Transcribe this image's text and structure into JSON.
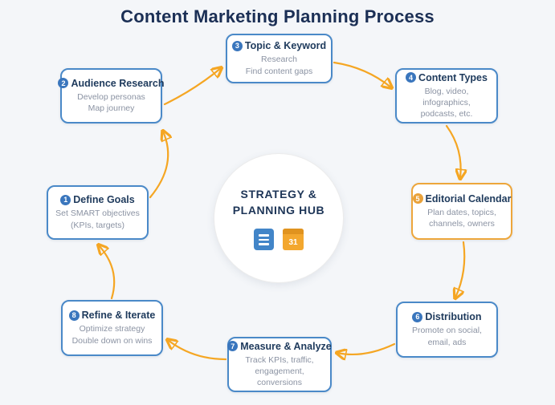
{
  "title": "Content Marketing Planning Process",
  "hub": {
    "label": "STRATEGY &\nPLANNING HUB",
    "document_icon": "document-icon",
    "calendar_icon": "calendar-icon",
    "calendar_day": "31"
  },
  "nodes": [
    {
      "number": "1",
      "title": "Define Goals",
      "desc": "Set SMART objectives\n(KPIs, targets)",
      "accent": "blue"
    },
    {
      "number": "2",
      "title": "Audience Research",
      "desc": "Develop personas\nMap journey",
      "accent": "blue"
    },
    {
      "number": "3",
      "title": "Topic & Keyword",
      "desc": "Research\nFind content gaps",
      "accent": "blue"
    },
    {
      "number": "4",
      "title": "Content Types",
      "desc": "Blog, video, infographics,\npodcasts, etc.",
      "accent": "blue"
    },
    {
      "number": "5",
      "title": "Editorial Calendar",
      "desc": "Plan dates, topics,\nchannels, owners",
      "accent": "orange"
    },
    {
      "number": "6",
      "title": "Distribution",
      "desc": "Promote on social,\nemail, ads",
      "accent": "blue"
    },
    {
      "number": "7",
      "title": "Measure & Analyze",
      "desc": "Track KPIs, traffic,\nengagement, conversions",
      "accent": "blue"
    },
    {
      "number": "8",
      "title": "Refine & Iterate",
      "desc": "Optimize strategy\nDouble down on wins",
      "accent": "blue"
    }
  ],
  "colors": {
    "background": "#f4f6f9",
    "node_border_blue": "#4a89c8",
    "node_border_orange": "#eda63b",
    "badge_blue": "#3a76bd",
    "badge_orange": "#e9a23b",
    "arrow": "#f5a623",
    "title_text": "#1b2f55",
    "desc_text": "#8b93a3"
  }
}
